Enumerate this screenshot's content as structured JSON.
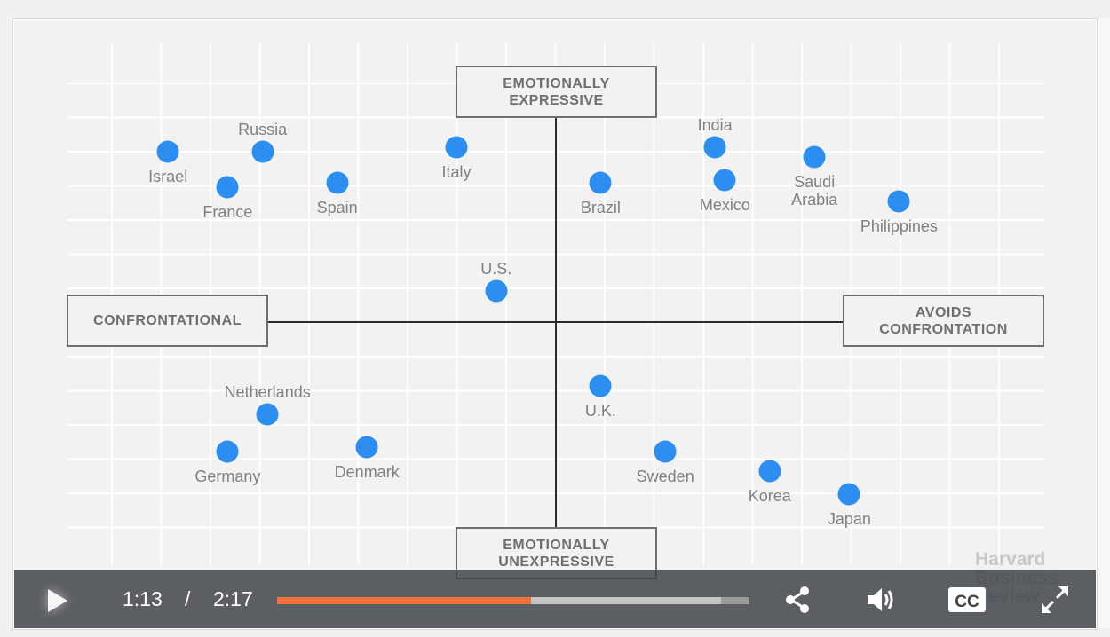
{
  "axes": {
    "top": "EMOTIONALLY\nEXPRESSIVE",
    "bottom": "EMOTIONALLY\nUNEXPRESSIVE",
    "left": "CONFRONTATIONAL",
    "right": "AVOIDS\nCONFRONTATION"
  },
  "chart_data": {
    "type": "scatter",
    "xlim": [
      -10,
      10
    ],
    "ylim": [
      -10,
      10
    ],
    "grid": true,
    "colors": {
      "point": "#2b8ef0",
      "axis": "#2a2a2a",
      "label": "#808080"
    },
    "points": [
      {
        "label": "Israel",
        "x": -7.8,
        "y": 7.2,
        "label_pos": "below"
      },
      {
        "label": "Russia",
        "x": -5.9,
        "y": 7.2,
        "label_pos": "above"
      },
      {
        "label": "France",
        "x": -6.6,
        "y": 5.7,
        "label_pos": "below"
      },
      {
        "label": "Spain",
        "x": -4.4,
        "y": 5.9,
        "label_pos": "below"
      },
      {
        "label": "Italy",
        "x": -2.0,
        "y": 7.4,
        "label_pos": "below"
      },
      {
        "label": "Brazil",
        "x": 0.9,
        "y": 5.9,
        "label_pos": "below"
      },
      {
        "label": "India",
        "x": 3.2,
        "y": 7.4,
        "label_pos": "above"
      },
      {
        "label": "Mexico",
        "x": 3.4,
        "y": 6.0,
        "label_pos": "below"
      },
      {
        "label": "Saudi\nArabia",
        "x": 5.2,
        "y": 7.0,
        "label_pos": "below"
      },
      {
        "label": "Philippines",
        "x": 6.9,
        "y": 5.1,
        "label_pos": "below"
      },
      {
        "label": "U.S.",
        "x": -1.2,
        "y": 1.3,
        "label_pos": "above"
      },
      {
        "label": "Netherlands",
        "x": -5.8,
        "y": -3.9,
        "label_pos": "above"
      },
      {
        "label": "Germany",
        "x": -6.6,
        "y": -5.5,
        "label_pos": "below"
      },
      {
        "label": "Denmark",
        "x": -3.8,
        "y": -5.3,
        "label_pos": "below"
      },
      {
        "label": "U.K.",
        "x": 0.9,
        "y": -2.7,
        "label_pos": "below"
      },
      {
        "label": "Sweden",
        "x": 2.2,
        "y": -5.5,
        "label_pos": "below"
      },
      {
        "label": "Korea",
        "x": 4.3,
        "y": -6.3,
        "label_pos": "below"
      },
      {
        "label": "Japan",
        "x": 5.9,
        "y": -7.3,
        "label_pos": "below"
      }
    ]
  },
  "watermark": "Harvard\nBusiness\nReview",
  "player": {
    "current_time": "1:13",
    "separator": "/",
    "duration": "2:17",
    "progress_fraction": 0.537,
    "buffered_fraction": 0.94,
    "colors": {
      "played": "#f0743a",
      "buffered": "#c4c4c4",
      "track": "#9b9b9b",
      "bar": "#3e4248"
    },
    "cc_label": "CC",
    "icons": [
      "play-icon",
      "share-icon",
      "volume-icon",
      "closed-captions-icon",
      "fullscreen-icon"
    ]
  }
}
